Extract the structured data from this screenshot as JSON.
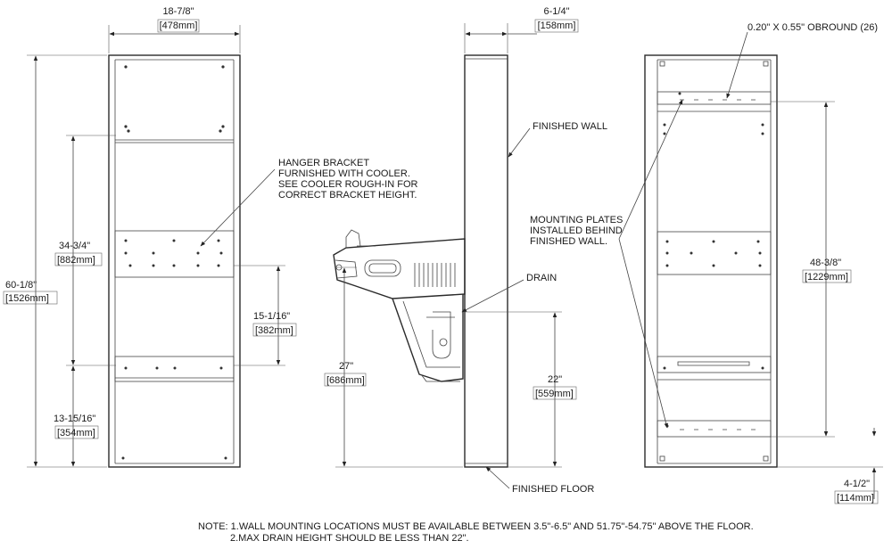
{
  "front_view": {
    "width_imperial": "18-7/8\"",
    "width_metric": "[478mm]",
    "height_imperial": "60-1/8\"",
    "height_metric": "[1526mm]",
    "upper_imperial": "34-3/4\"",
    "upper_metric": "[882mm]",
    "mid_imperial": "15-1/16\"",
    "mid_metric": "[382mm]",
    "low_imperial": "13-15/16\"",
    "low_metric": "[354mm]",
    "hanger_note": [
      "HANGER BRACKET",
      "FURNISHED WITH COOLER.",
      "SEE COOLER ROUGH-IN FOR",
      "CORRECT BRACKET HEIGHT."
    ]
  },
  "side_view": {
    "depth_imperial": "6-1/4\"",
    "depth_metric": "[158mm]",
    "finished_wall": "FINISHED WALL",
    "drain": "DRAIN",
    "height27_imperial": "27\"",
    "height27_metric": "[686mm]",
    "height22_imperial": "22\"",
    "height22_metric": "[559mm]",
    "finished_floor": "FINISHED FLOOR"
  },
  "rear_view": {
    "obround": "0.20\" X 0.55\" OBROUND (26)",
    "mounting_note": [
      "MOUNTING PLATES",
      "INSTALLED BEHIND",
      "FINISHED WALL."
    ],
    "height_imperial": "48-3/8\"",
    "height_metric": "[1229mm]",
    "base_imperial": "4-1/2\"",
    "base_metric": "[114mm]"
  },
  "notes": {
    "line1": "NOTE: 1.WALL MOUNTING LOCATIONS MUST BE AVAILABLE BETWEEN 3.5\"-6.5\" AND 51.75\"-54.75\" ABOVE THE FLOOR.",
    "line2": "2.MAX DRAIN HEIGHT SHOULD BE LESS THAN 22\"."
  }
}
